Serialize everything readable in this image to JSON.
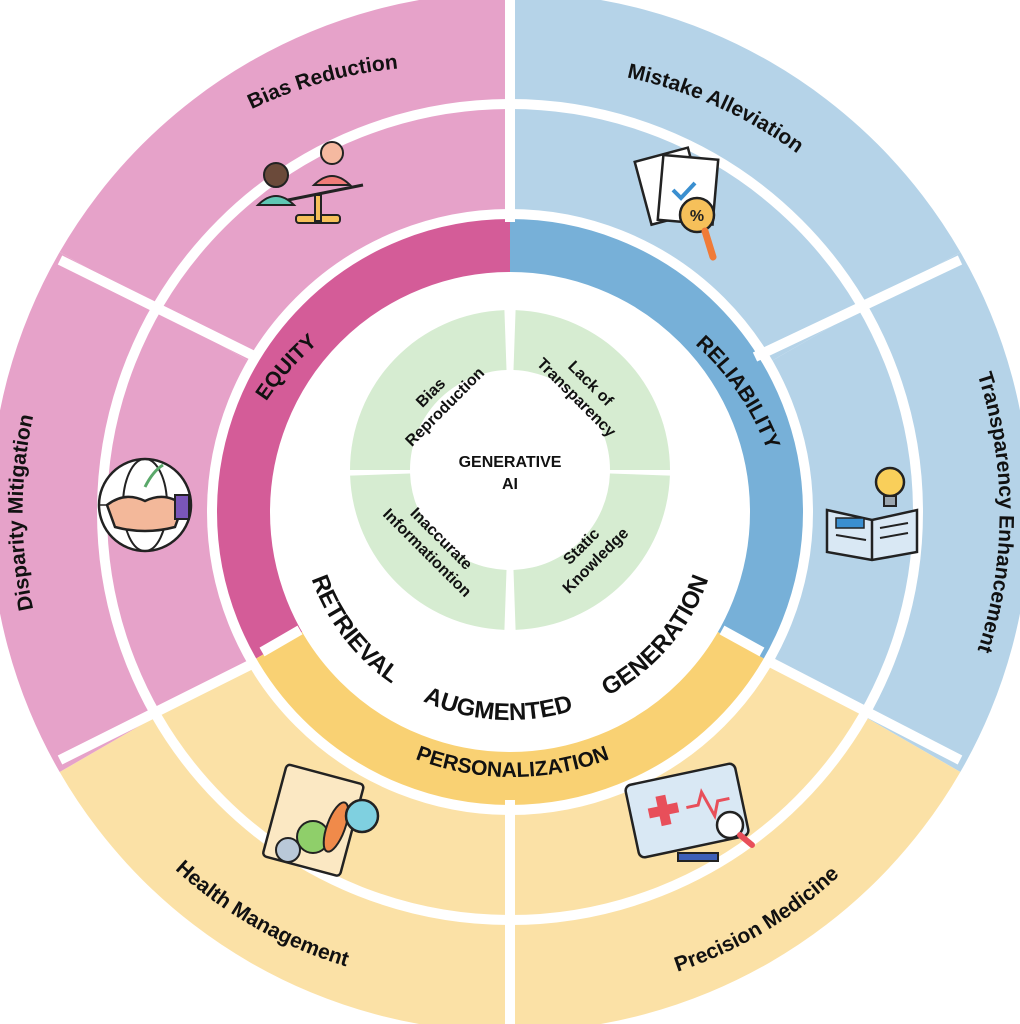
{
  "center": {
    "line1": "GENERATIVE",
    "line2": "AI"
  },
  "challenges": [
    {
      "lines": [
        "Bias",
        "Reproduction"
      ]
    },
    {
      "lines": [
        "Lack of",
        "Transparency"
      ]
    },
    {
      "lines": [
        "Static",
        "Knowledge"
      ]
    },
    {
      "lines": [
        "Inaccurate",
        "Informationtion"
      ]
    }
  ],
  "rag": {
    "word1": "RETRIEVAL",
    "word2": "AUGMENTED",
    "word3": "GENERATION"
  },
  "pillars": {
    "equity": "EQUITY",
    "reliability": "RELIABILITY",
    "personalization": "PERSONALIZATION"
  },
  "outer": {
    "bias_reduction": "Bias Reduction",
    "mistake_alleviation": "Mistake Alleviation",
    "transparency_enhancement": "Transparency Enhancement",
    "precision_medicine": "Precision Medicine",
    "health_management": "Health Management",
    "disparity_mitigation": "Disparity Mitigation"
  },
  "colors": {
    "pink_light": "#e6a2c9",
    "pink_dark": "#d45c98",
    "blue_light": "#b5d3e8",
    "blue_dark": "#77b0d8",
    "yellow_light": "#fbe1a6",
    "yellow_dark": "#f9d173",
    "green_light": "#d6ecd1"
  },
  "icons": [
    "scales-people-icon",
    "document-magnifier-icon",
    "open-book-lightbulb-icon",
    "monitor-heartbeat-icon",
    "clipboard-food-icon",
    "globe-handshake-icon"
  ]
}
